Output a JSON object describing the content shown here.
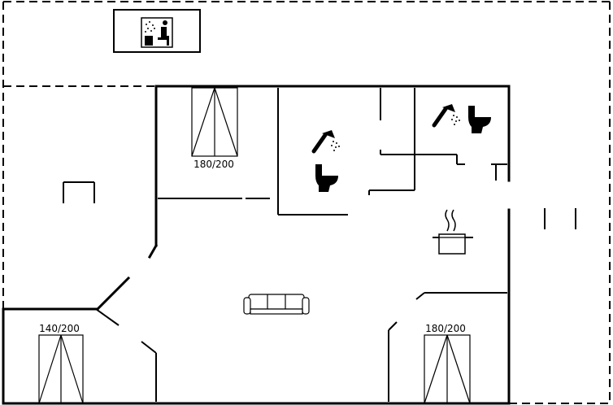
{
  "floorplan": {
    "beds": [
      {
        "label": "180/200"
      },
      {
        "label": "140/200"
      },
      {
        "label": "180/200"
      }
    ],
    "icons": [
      "sauna-icon",
      "shower-icon",
      "toilet-icon",
      "shower-icon",
      "toilet-icon",
      "kitchen-pot-icon",
      "sofa-icon"
    ]
  }
}
